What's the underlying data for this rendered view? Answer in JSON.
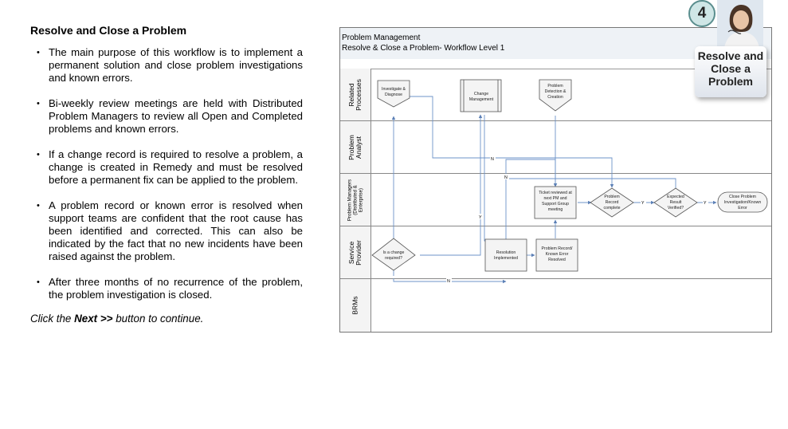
{
  "content": {
    "heading": "Resolve and Close a Problem",
    "bullets": [
      "The main purpose of this workflow is to implement a permanent solution and close problem investigations and known errors.",
      "Bi-weekly review meetings are held with Distributed Problem Managers to review all Open and Completed problems and known errors.",
      "If a change record is required to resolve a problem, a change is created in Remedy and must be resolved before a permanent fix can be applied to the problem.",
      "A problem record or known error is resolved when support teams are confident that the root cause has been identified and corrected.  This can also be indicated by the fact that no new incidents have been raised against the problem.",
      "After three months of no recurrence of the problem, the problem investigation is closed."
    ],
    "instruction": {
      "prefix": "Click the ",
      "button": "Next >>",
      "suffix": " button to continue."
    }
  },
  "badge": {
    "number": "4",
    "title": "Resolve and Close a Problem"
  },
  "diagram": {
    "title": "Problem Management",
    "subtitle": "Resolve & Close a Problem- Workflow Level 1",
    "lanes": [
      {
        "label": "Related Processes"
      },
      {
        "label": "Problem Analyst"
      },
      {
        "label": "Problem Managers (Distributed & Enterprise)"
      },
      {
        "label": "Service Provider"
      },
      {
        "label": "BRMs"
      }
    ],
    "nodes": {
      "investigate": [
        "Investigate &",
        "Diagnose"
      ],
      "change_mgmt": [
        "Change",
        "Management"
      ],
      "detection": [
        "Problem",
        "Detection &",
        "Creation"
      ],
      "ticket_review": [
        "Ticket reviewed at",
        "next PM and",
        "Support Group",
        "meeting"
      ],
      "record_complete": [
        "Problem",
        "Record",
        "complete"
      ],
      "expected_result": [
        "Expected",
        "Result",
        "Verified?"
      ],
      "close_problem": [
        "Close Problem",
        "Investigation/Known",
        "Error"
      ],
      "change_required": [
        "Is a change",
        "required?"
      ],
      "resolution": [
        "Resolution",
        "Implemented"
      ],
      "record_resolved": [
        "Problem Record/",
        "Known Error",
        "Resolved"
      ]
    },
    "connector_labels": {
      "yes": "Y",
      "no": "N"
    }
  }
}
